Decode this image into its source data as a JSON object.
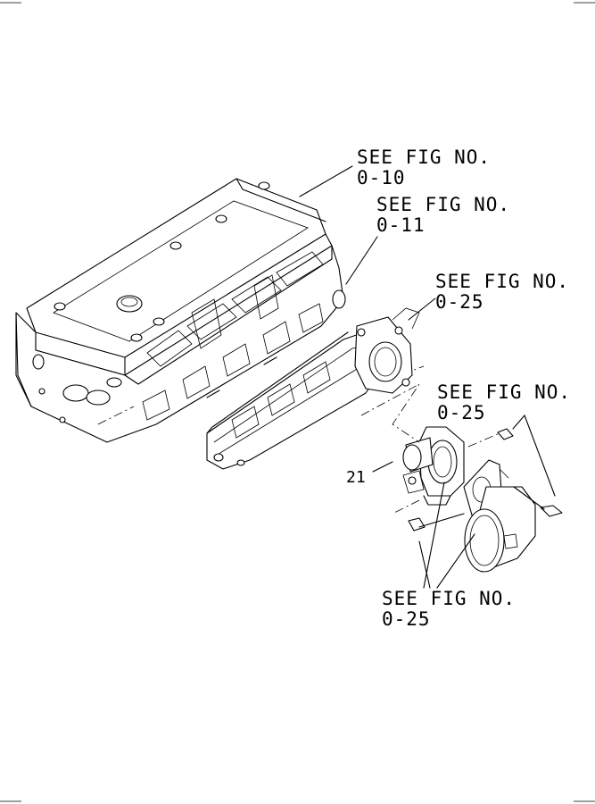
{
  "callouts": [
    {
      "line1": "SEE FIG NO.",
      "line2": "0-10"
    },
    {
      "line1": "SEE FIG NO.",
      "line2": "0-11"
    },
    {
      "line1": "SEE FIG NO.",
      "line2": "0-25"
    },
    {
      "line1": "SEE FIG NO.",
      "line2": "0-25"
    },
    {
      "line1": "SEE FIG NO.",
      "line2": "0-25"
    }
  ],
  "part_number": "21"
}
